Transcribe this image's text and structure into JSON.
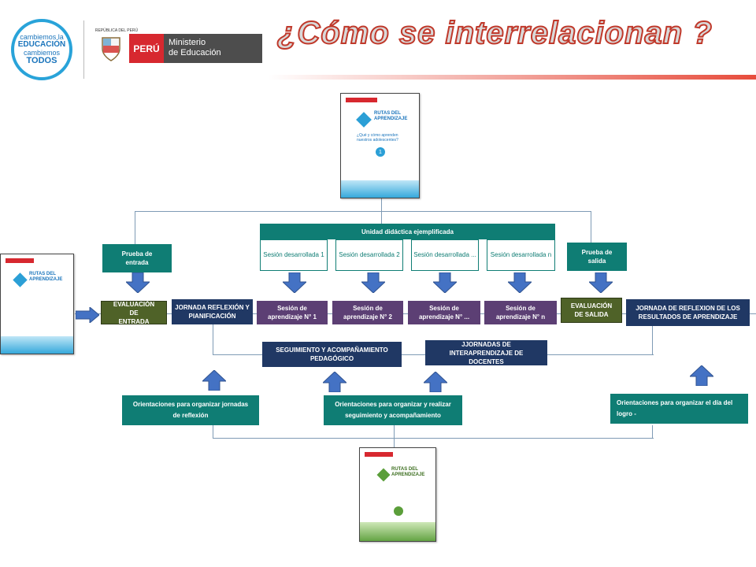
{
  "header": {
    "slogan_line1": "cambiemos la",
    "slogan_line2": "EDUCACIÓN",
    "slogan_line3": "cambiemos",
    "slogan_line4": "TODOS",
    "republic": "REPÚBLICA DEL PERÚ",
    "peru": "PERÚ",
    "ministry_line1": "Ministerio",
    "ministry_line2": "de Educación",
    "title": "¿Cómo se interrelacionan ?"
  },
  "books": {
    "top": {
      "brand_line1": "RUTAS DEL",
      "brand_line2": "APRENDIZAJE",
      "question": "¿Qué y cómo aprenden nuestros adolescentes?",
      "number": "1"
    },
    "left": {
      "brand_line1": "RUTAS DEL",
      "brand_line2": "APRENDIZAJE"
    },
    "bottom": {
      "brand_line1": "RUTAS DEL",
      "brand_line2": "APRENDIZAJE"
    }
  },
  "unidad": {
    "title": "Unidad didáctica ejemplificada",
    "sesiones": [
      "Sesión desarrollada 1",
      "Sesión desarrollada 2",
      "Sesión desarrollada ...",
      "Sesión desarrollada n"
    ]
  },
  "prueba_entrada": "Prueba de entrada",
  "prueba_salida": "Prueba de salida",
  "row": {
    "evaluacion_entrada": "EVALUACIÓN DE ENTRADA",
    "jornada_reflexion": "JORNADA REFLEXIÓN Y PIANIFICACIÓN",
    "sesion_1": "Sesión de aprendizaje N° 1",
    "sesion_2": "Sesión de aprendizaje N° 2",
    "sesion_3": "Sesión de aprendizaje N° ...",
    "sesion_n": "Sesión de aprendizaje N° n",
    "evaluacion_salida": "EVALUACIÓN DE SALIDA",
    "jornada_resultados": "JORNADA DE REFLEXION DE LOS RESULTADOS DE APRENDIZAJE"
  },
  "seguimiento": "SEGUIMIENTO Y ACOMPAÑAMIENTO PEDAGÓGICO",
  "jornadas_inter": "JJORNADAS DE INTERAPRENDIZAJE DE DOCENTES",
  "orientaciones": {
    "o1": "Orientaciones para organizar jornadas de reflexión",
    "o2": "Orientaciones para organizar y realizar seguimiento y acompañamiento",
    "o3": "Orientaciones para organizar el día del logro -"
  },
  "colors": {
    "teal": "#0f7d74",
    "navy": "#203864",
    "purple": "#5c3f74",
    "olive": "#4f6228",
    "arrow_blue": "#4472c4",
    "title_red": "#c0392b"
  }
}
